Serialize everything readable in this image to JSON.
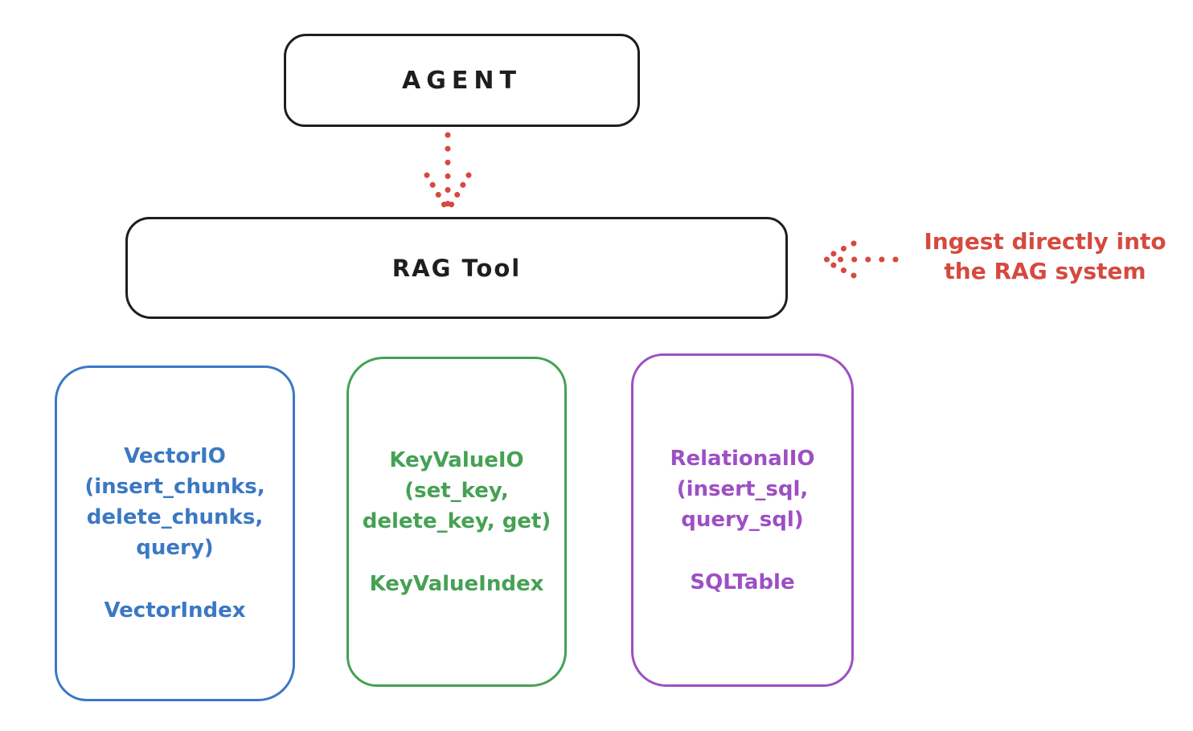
{
  "diagram": {
    "title_hint": "RAG Tool architecture sketch",
    "agent": {
      "label": "AGENT"
    },
    "rag_tool": {
      "label": "RAG Tool"
    },
    "annotation": {
      "line1": "Ingest directly into",
      "line2": "the RAG system"
    },
    "arrows": [
      {
        "name": "agent-to-ragtool",
        "style": "dotted",
        "color": "#d6493f",
        "direction": "down"
      },
      {
        "name": "annotation-to-ragtool",
        "style": "dotted",
        "color": "#d6493f",
        "direction": "left"
      }
    ],
    "backends": [
      {
        "name": "vector-io",
        "color": "#3b78c4",
        "lines": [
          "VectorIO",
          "(insert_chunks,",
          "delete_chunks,",
          "query)"
        ],
        "index": "VectorIndex"
      },
      {
        "name": "keyvalue-io",
        "color": "#45a154",
        "lines": [
          "KeyValueIO",
          "(set_key,",
          "delete_key, get)"
        ],
        "index": "KeyValueIndex"
      },
      {
        "name": "relational-io",
        "color": "#9d4fc4",
        "lines": [
          "RelationalIO",
          "(insert_sql,",
          "query_sql)"
        ],
        "index": "SQLTable"
      }
    ],
    "colors": {
      "stroke": "#1e1e1e",
      "red": "#d6493f",
      "blue": "#3b78c4",
      "green": "#45a154",
      "purple": "#9d4fc4",
      "background": "#ffffff"
    }
  }
}
